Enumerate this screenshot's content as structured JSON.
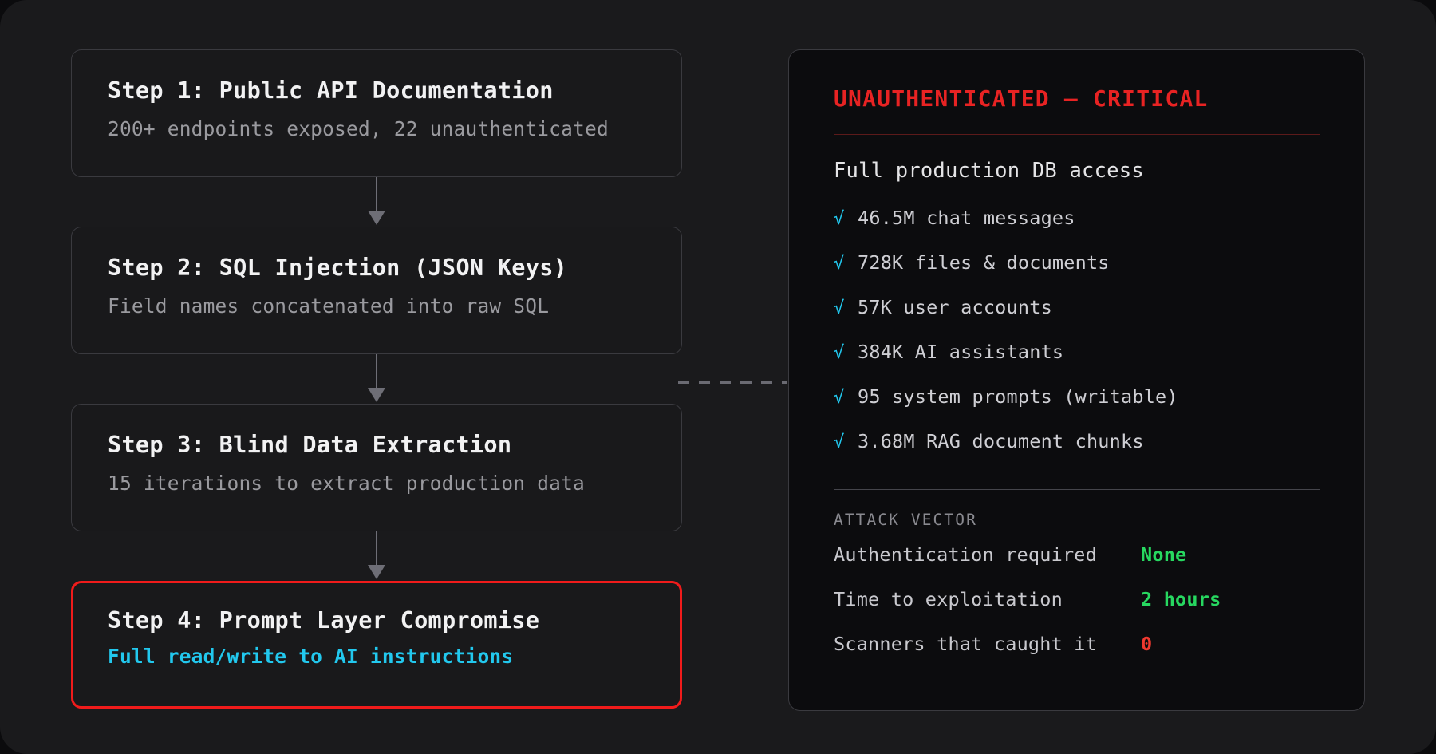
{
  "flow": {
    "steps": [
      {
        "title": "Step 1: Public API Documentation",
        "subtitle": "200+ endpoints exposed, 22 unauthenticated",
        "critical": false
      },
      {
        "title": "Step 2: SQL Injection (JSON Keys)",
        "subtitle": "Field names concatenated into raw SQL",
        "critical": false
      },
      {
        "title": "Step 3: Blind Data Extraction",
        "subtitle": "15 iterations to extract production data",
        "critical": false
      },
      {
        "title": "Step 4: Prompt Layer Compromise",
        "subtitle": "Full read/write to AI instructions",
        "critical": true
      }
    ]
  },
  "panel": {
    "heading": "UNAUTHENTICATED — CRITICAL",
    "subheading": "Full production DB access",
    "check_glyph": "√",
    "facts": [
      "46.5M chat messages",
      "728K files & documents",
      "57K user accounts",
      "384K AI assistants",
      "95 system prompts (writable)",
      "3.68M RAG document chunks"
    ],
    "section_label": "ATTACK VECTOR",
    "metrics": [
      {
        "label": "Authentication required",
        "value": "None",
        "tone": "green"
      },
      {
        "label": "Time to exploitation",
        "value": "2 hours",
        "tone": "green"
      },
      {
        "label": "Scanners that caught it",
        "value": "0",
        "tone": "red"
      }
    ]
  },
  "colors": {
    "page_background": "#1a1a1c",
    "card_background": "#19191b",
    "card_border": "#3a3a3f",
    "panel_background": "#0c0c0e",
    "critical_red": "#f01b1b",
    "heading_red": "#e82323",
    "accent_cyan": "#22c8ee",
    "value_green": "#27d860",
    "value_red": "#f0392f",
    "connector_grey": "#6e6e76"
  }
}
